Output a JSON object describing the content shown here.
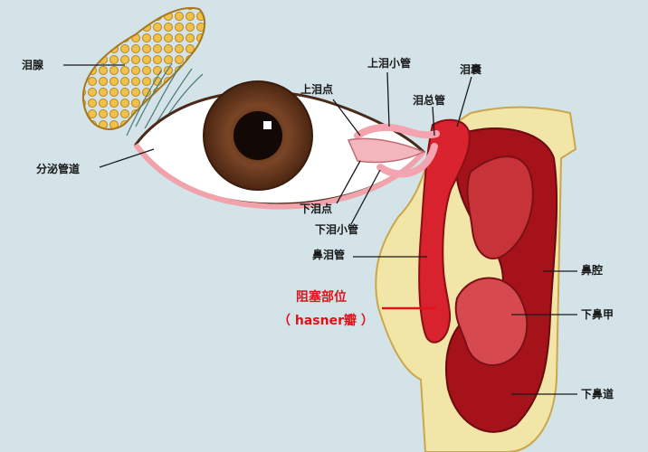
{
  "diagram": {
    "labels": {
      "lacrimal_gland": "泪腺",
      "secretory_ducts": "分泌管道",
      "upper_punctum": "上泪点",
      "upper_canaliculus": "上泪小管",
      "lacrimal_sac": "泪囊",
      "common_canaliculus": "泪总管",
      "lower_punctum": "下泪点",
      "lower_canaliculus": "下泪小管",
      "nasolacrimal_duct": "鼻泪管",
      "nasal_cavity": "鼻腔",
      "inferior_turbinate": "下鼻甲",
      "inferior_meatus": "下鼻道"
    },
    "obstruction": {
      "line1": "阻塞部位",
      "line2": "（ hasner瓣 ）"
    },
    "colors": {
      "background": "#d3e3e8",
      "gland": "#e8b63a",
      "iris": "#6e3d22",
      "sclera": "#ffffff",
      "duct": "#d8222e",
      "bone": "#f1e6a8",
      "highlight": "#e0121b"
    }
  }
}
